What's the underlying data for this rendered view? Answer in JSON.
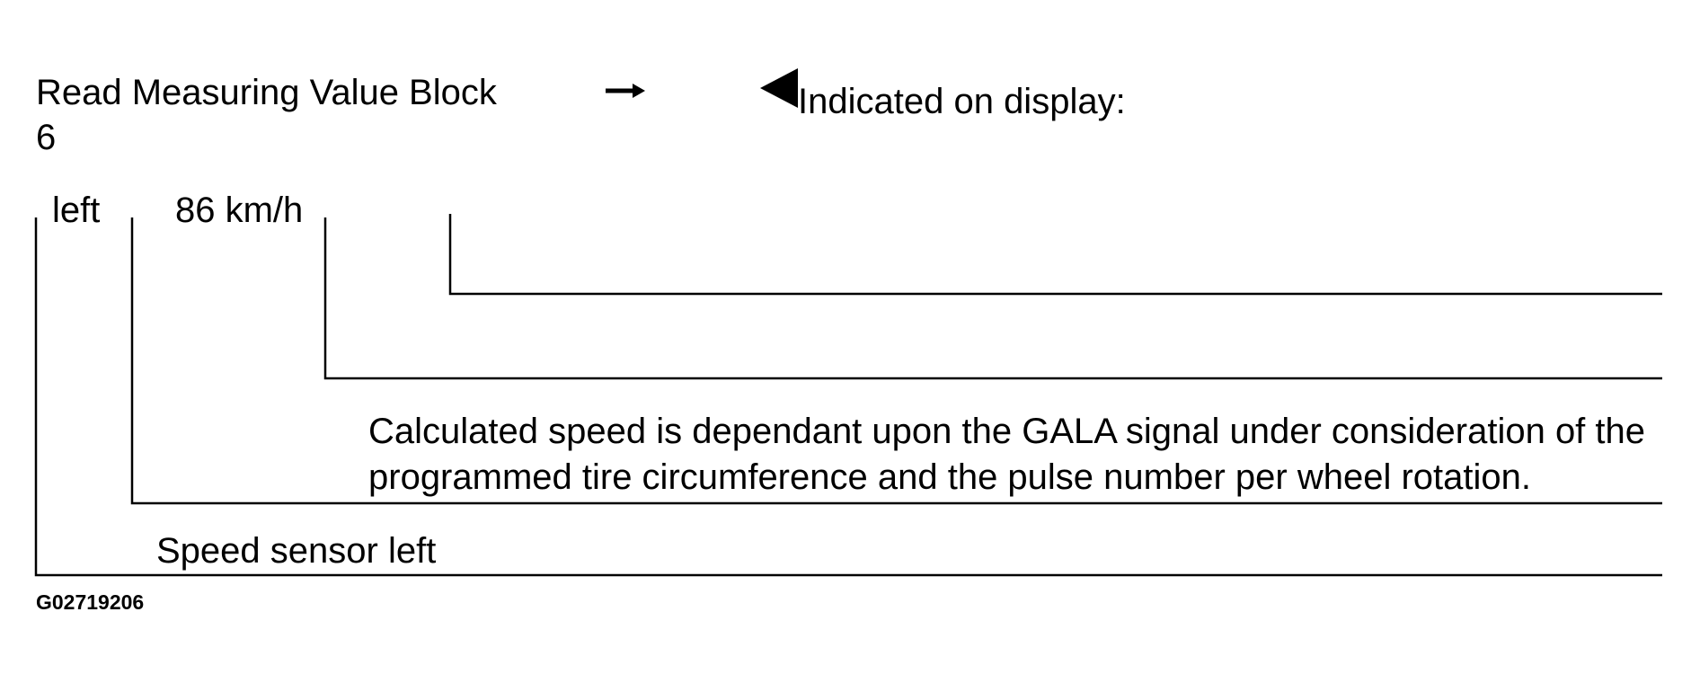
{
  "header": {
    "title_line1": "Read Measuring Value Block",
    "title_line2": "6",
    "arrow_glyph": "→",
    "display_label": "Indicated on display:"
  },
  "fields": {
    "field1": "left",
    "field2": "86 km/h"
  },
  "descriptions": {
    "calc_line1": "Calculated speed is dependant upon the GALA signal under consideration of the",
    "calc_line2": "programmed tire circumference and the pulse number per wheel rotation.",
    "sensor": "Speed sensor left"
  },
  "figure_id": "G02719206",
  "icons": {
    "arrow": "right-arrow-icon",
    "pointer": "left-pointer-triangle-icon"
  },
  "colors": {
    "ink": "#000000",
    "background": "#ffffff"
  }
}
